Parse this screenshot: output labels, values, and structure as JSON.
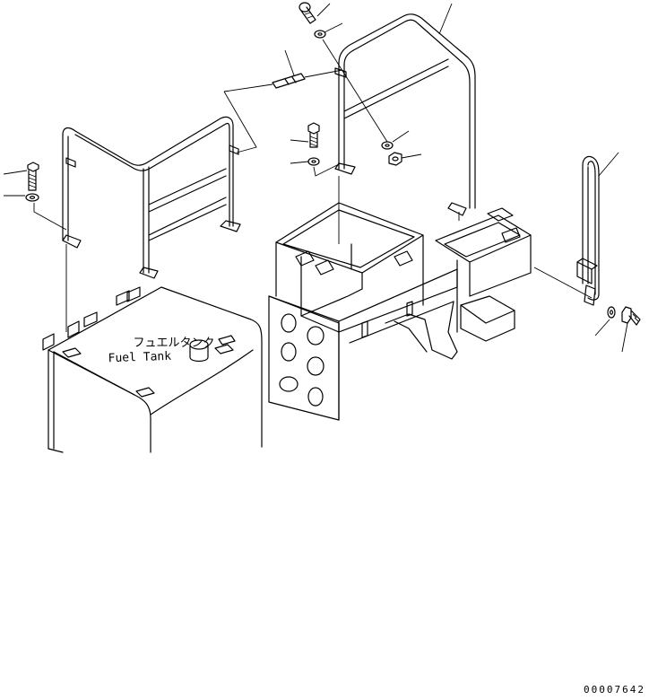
{
  "diagram": {
    "tank_label_jp": "フュエルタンク",
    "tank_label_en": "Fuel Tank",
    "drawing_number": "00007642"
  }
}
